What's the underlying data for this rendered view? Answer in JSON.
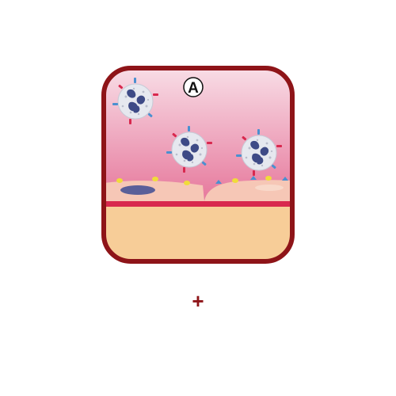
{
  "diagram": {
    "panel_label": "A",
    "add_symbol": "+",
    "scene": "leukocyte-adhesion-to-endothelium",
    "colors": {
      "frame": "#8e1418",
      "lumen_top": "#f8dde6",
      "lumen_bottom": "#e6779b",
      "vessel_wall_line": "#d8284e",
      "tissue": "#f7cd98",
      "endothelium": "#f6c7b6",
      "nucleus": "#5a5f99",
      "receptor_yellow": "#f0dc3a",
      "receptor_blue": "#4a90d0",
      "cell_body": "#e6e8ef",
      "cell_nucleus": "#3e4a86",
      "plus_symbol": "#8e1418"
    },
    "cells": [
      {
        "name": "leukocyte-rolling-1"
      },
      {
        "name": "leukocyte-rolling-2"
      },
      {
        "name": "leukocyte-adhering"
      }
    ]
  }
}
